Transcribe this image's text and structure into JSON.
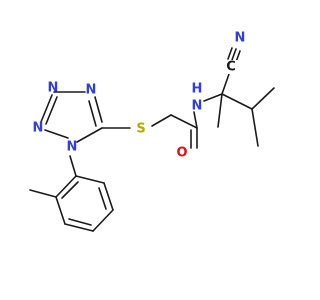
{
  "molecule": {
    "colors": {
      "bond": "#1a1a1a",
      "nitrogen": "#2e3ee6",
      "oxygen": "#e01010",
      "sulfur": "#b8a800"
    },
    "atoms": {
      "n_nitrile": "N",
      "c_nitrile": "C",
      "n_amide": "N",
      "h_amide": "H",
      "s_thioether": "S",
      "o_carbonyl": "O",
      "n_ring_top_left": "N",
      "n_ring_top_right": "N",
      "n_ring_left": "N",
      "n_ring_bottom": "N"
    }
  }
}
